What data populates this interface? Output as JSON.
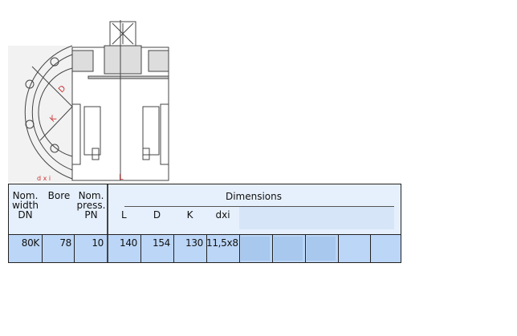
{
  "drawing": {
    "labels": {
      "d": "D",
      "k": "K",
      "dxi": "d x i",
      "l": "L"
    }
  },
  "table": {
    "headers": {
      "dn": [
        "Nom.",
        "width",
        "DN"
      ],
      "bore": "Bore",
      "pn": [
        "Nom.",
        "press.",
        "PN"
      ],
      "dimensions": "Dimensions"
    },
    "dim_columns": [
      "L",
      "D",
      "K",
      "dxi"
    ],
    "rows": [
      {
        "dn": "80K",
        "bore": "78",
        "pn": "10",
        "L": "140",
        "D": "154",
        "K": "130",
        "dxi": "11,5x8"
      }
    ]
  }
}
